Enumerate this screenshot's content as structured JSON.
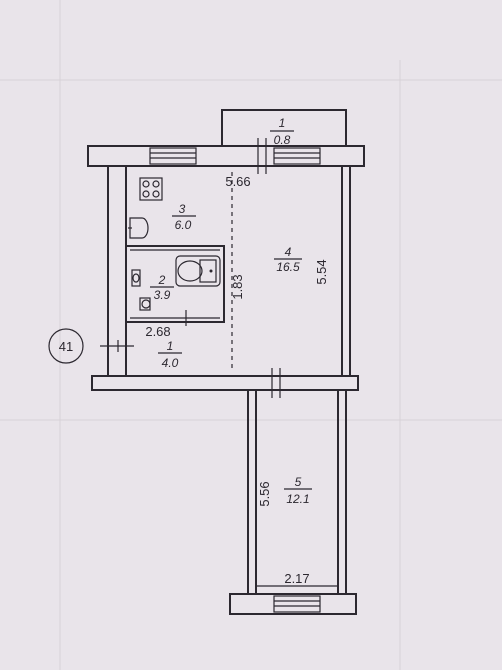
{
  "apartment_number": "41",
  "rooms": [
    {
      "number": "1",
      "area": "0.8"
    },
    {
      "number": "3",
      "area": "6.0"
    },
    {
      "number": "4",
      "area": "16.5"
    },
    {
      "number": "2",
      "area": "3.9"
    },
    {
      "number": "1",
      "area": "4.0"
    },
    {
      "number": "5",
      "area": "12.1"
    }
  ],
  "dimensions": {
    "top_width": "5.66",
    "room4_height": "5.54",
    "bath_height": "1.83",
    "hall_width": "2.68",
    "room5_height": "5.56",
    "room5_width": "2.17"
  }
}
